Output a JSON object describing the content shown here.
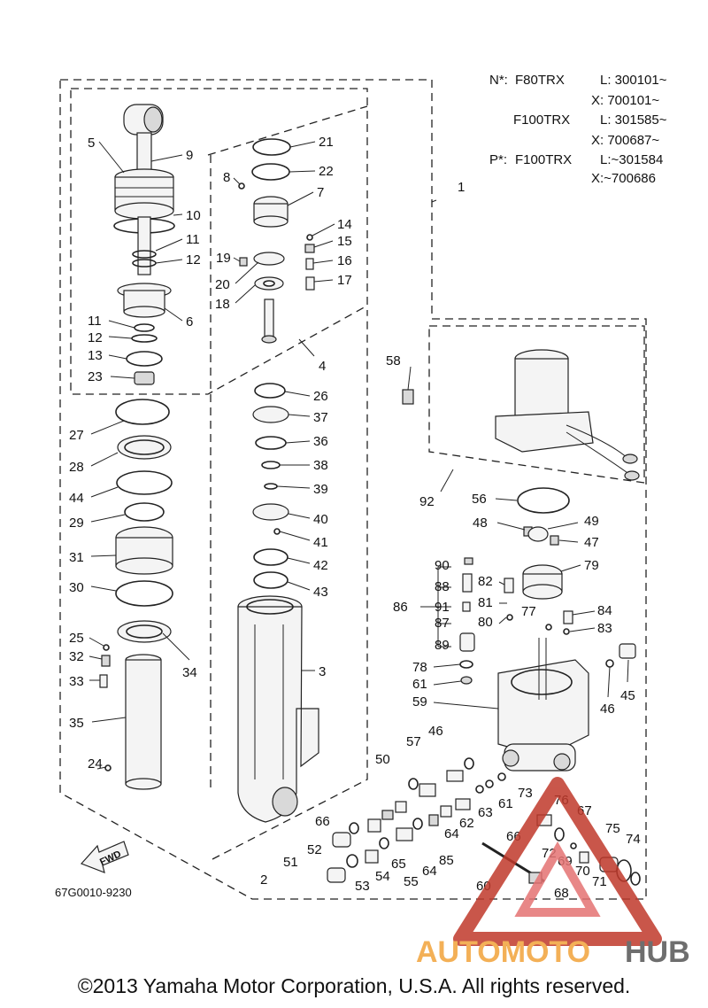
{
  "models": {
    "n_label": "N*:",
    "n_model": "F80TRX",
    "n_l": "L: 300101~",
    "n_x": "X: 700101~",
    "f_model": "F100TRX",
    "f_l": "L: 301585~",
    "f_x": "X: 700687~",
    "p_label": "P*:",
    "p_model": "F100TRX",
    "p_l": "L:~301584",
    "p_x": "X:~700686"
  },
  "diagram_code": "67G0010-9230",
  "fwd_label": "FWD",
  "watermark": {
    "auto": "AUTOMOTO",
    "hub": "HUB"
  },
  "copyright": "©2013 Yamaha Motor Corporation, U.S.A. All rights reserved.",
  "colors": {
    "line": "#222222",
    "watermark_red": "#c0392b",
    "watermark_orange": "#f2a33a",
    "watermark_gray": "#555555"
  },
  "callouts": {
    "c1": "1",
    "c2": "2",
    "c3": "3",
    "c4": "4",
    "c5": "5",
    "c6": "6",
    "c7": "7",
    "c8": "8",
    "c9": "9",
    "c10": "10",
    "c11a": "11",
    "c11b": "11",
    "c12a": "12",
    "c12b": "12",
    "c13": "13",
    "c14": "14",
    "c15": "15",
    "c16": "16",
    "c17": "17",
    "c18": "18",
    "c19": "19",
    "c20": "20",
    "c21": "21",
    "c22": "22",
    "c23": "23",
    "c24": "24",
    "c25": "25",
    "c26": "26",
    "c27": "27",
    "c28": "28",
    "c29": "29",
    "c30": "30",
    "c31": "31",
    "c32": "32",
    "c33": "33",
    "c34": "34",
    "c35": "35",
    "c36": "36",
    "c37": "37",
    "c38": "38",
    "c39": "39",
    "c40": "40",
    "c41": "41",
    "c42": "42",
    "c43": "43",
    "c44": "44",
    "c45": "45",
    "c46a": "46",
    "c46b": "46",
    "c47": "47",
    "c48": "48",
    "c49": "49",
    "c50": "50",
    "c51": "51",
    "c52": "52",
    "c53": "53",
    "c54": "54",
    "c55": "55",
    "c56": "56",
    "c57": "57",
    "c58": "58",
    "c59": "59",
    "c60": "60",
    "c61a": "61",
    "c61b": "61",
    "c62": "62",
    "c63": "63",
    "c64a": "64",
    "c64b": "64",
    "c65": "65",
    "c66a": "66",
    "c66b": "66",
    "c67": "67",
    "c68": "68",
    "c69": "69",
    "c70": "70",
    "c71": "71",
    "c72": "72",
    "c73": "73",
    "c74": "74",
    "c75": "75",
    "c76": "76",
    "c77": "77",
    "c78": "78",
    "c79": "79",
    "c80": "80",
    "c81": "81",
    "c82": "82",
    "c83": "83",
    "c84": "84",
    "c85": "85",
    "c86": "86",
    "c87": "87",
    "c88": "88",
    "c89": "89",
    "c90": "90",
    "c91": "91",
    "c92": "92"
  }
}
